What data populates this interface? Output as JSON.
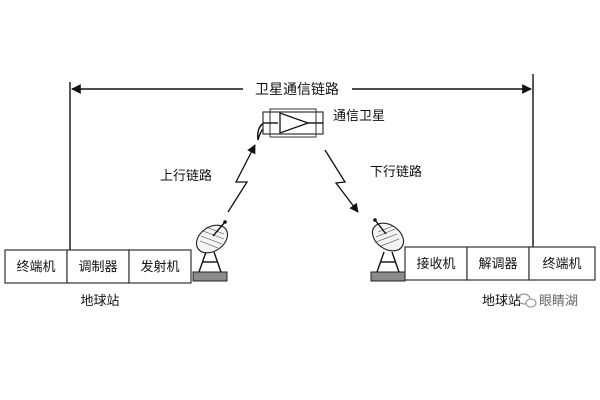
{
  "diagram": {
    "link_title": "卫星通信链路",
    "satellite_label": "通信卫星",
    "uplink_label": "上行链路",
    "downlink_label": "下行链路",
    "left_station": {
      "title": "地球站",
      "boxes": [
        "终端机",
        "调制器",
        "发射机"
      ]
    },
    "right_station": {
      "title": "地球站",
      "boxes": [
        "接收机",
        "解调器",
        "终端机"
      ]
    },
    "watermark": "眼睛湖"
  },
  "icons": [
    "satellite-icon",
    "satellite-dish-icon",
    "amplifier-triangle-icon",
    "wechat-icon"
  ]
}
